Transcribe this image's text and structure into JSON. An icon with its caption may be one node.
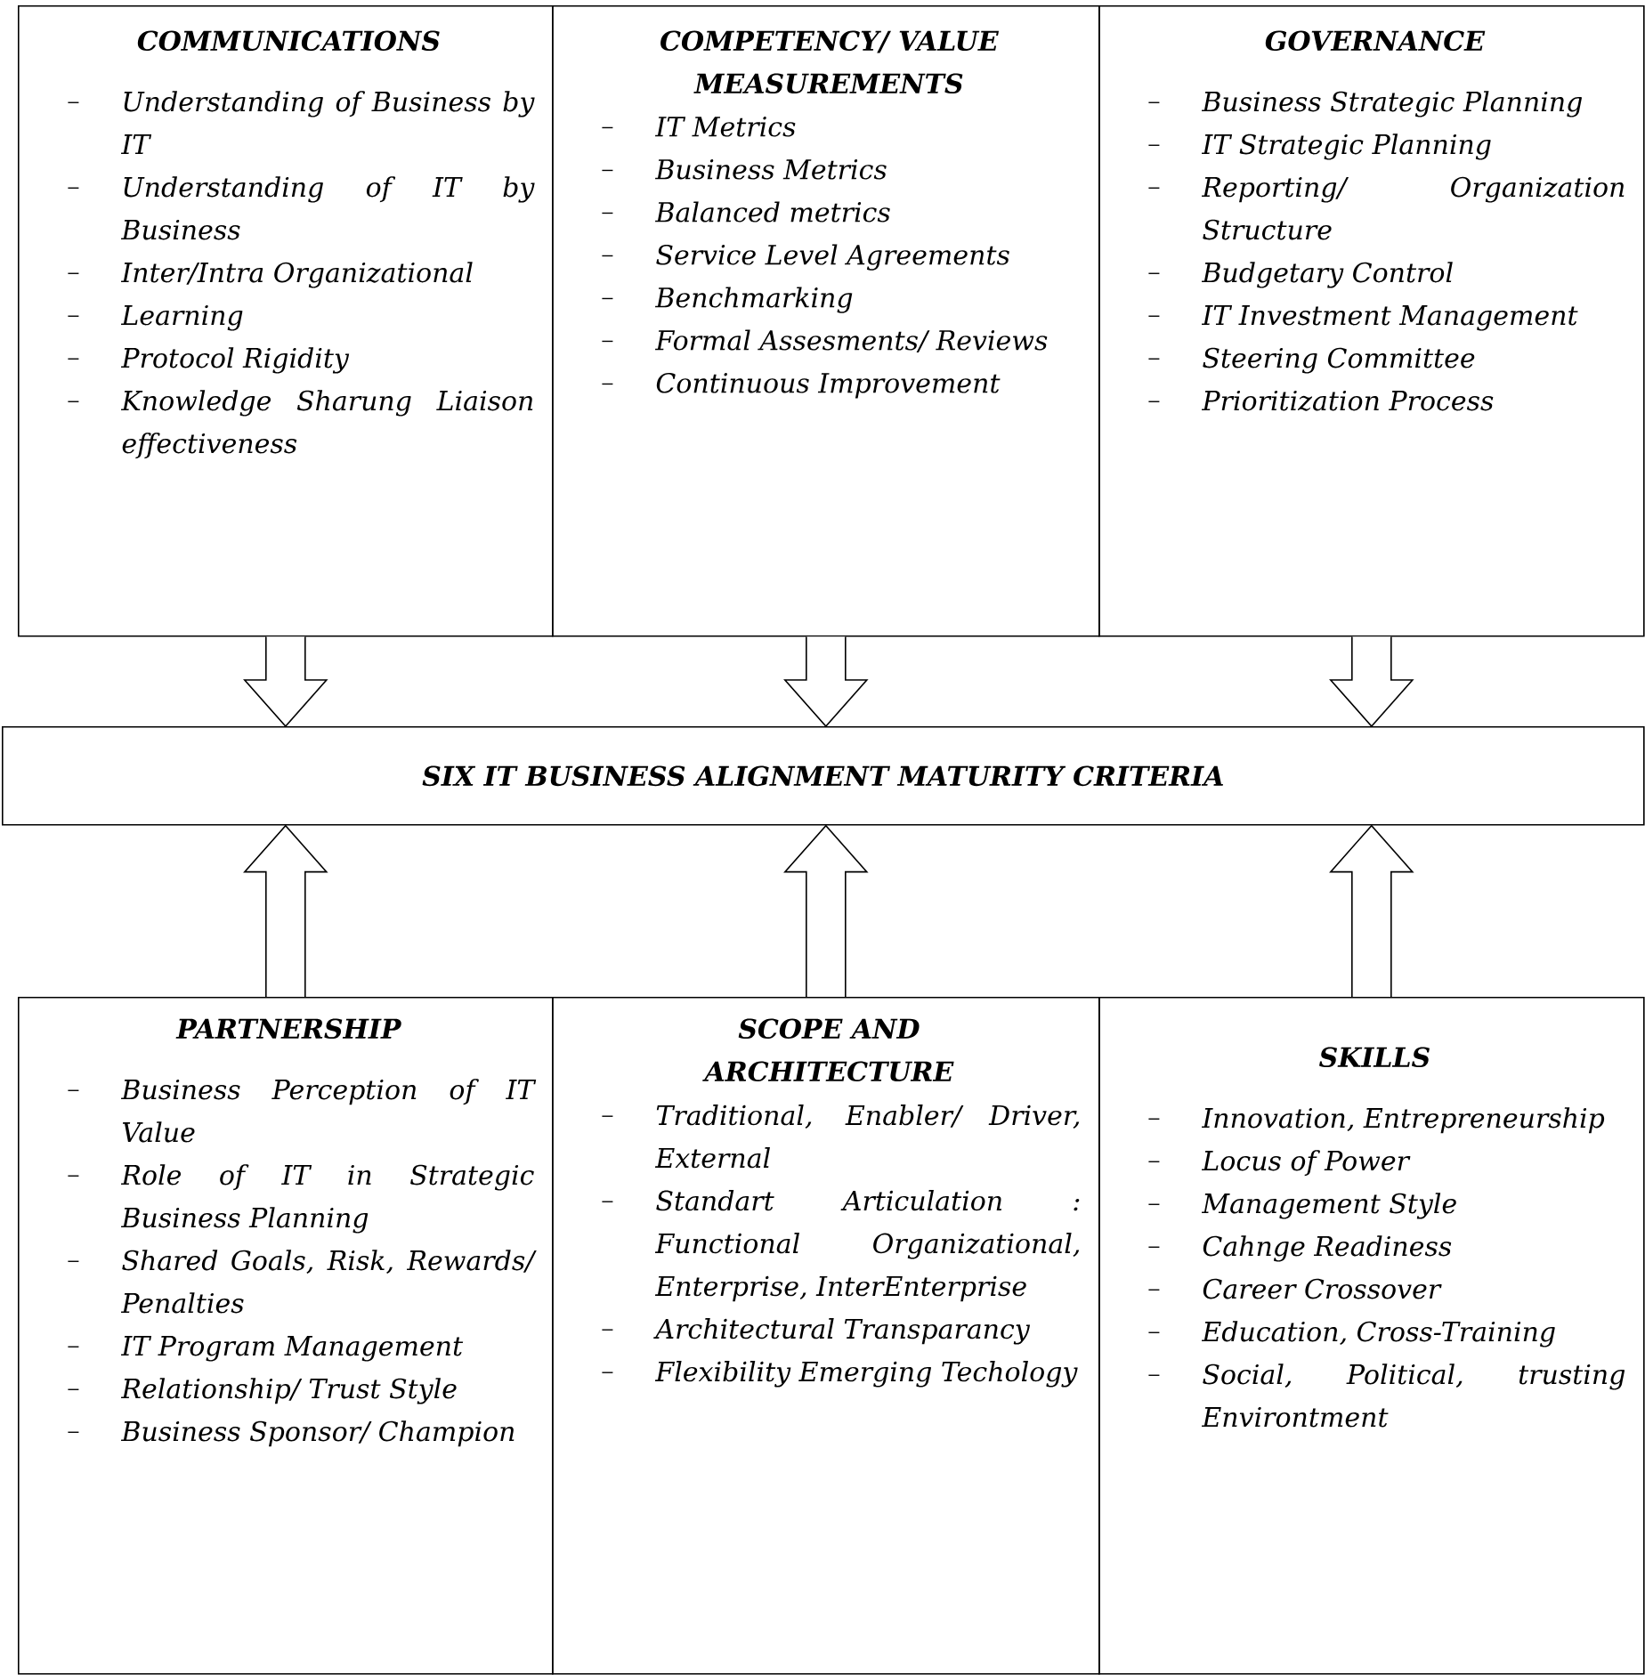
{
  "diagram": {
    "nodes": [
      {
        "text": [
          "COMMUNICATIONS",
          "Understanding of Business by IT",
          "Understanding of IT by Business",
          "Inter/Intra Organizational",
          "Learning",
          "Protocol Rigidity",
          "Knowledge Sharung Liaison effectiveness"
        ]
      },
      {
        "text": [
          "COMPETENCY/ VALUE MEASUREMENTS",
          "IT Metrics",
          "Business Metrics",
          "Balanced metrics",
          "Service Level Agreements",
          "Benchmarking",
          "Formal Assesments/ Reviews",
          "Continuous Improvement"
        ]
      },
      {
        "text": [
          "GOVERNANCE",
          "Business Strategic Planning",
          "IT Strategic Planning",
          "Reporting/ Organization Structure",
          "Budgetary Control",
          "IT Investment Management",
          "Steering Committee",
          "Prioritization Process"
        ]
      },
      {
        "text": [
          "SIX IT BUSINESS ALIGNMENT MATURITY CRITERIA"
        ]
      },
      {
        "text": [
          "PARTNERSHIP",
          "Business Perception of IT Value",
          "Role of IT in Strategic Business Planning",
          "Shared Goals, Risk, Rewards/ Penalties",
          "IT Program Management",
          "Relationship/ Trust Style",
          "Business Sponsor/ Champion"
        ]
      },
      {
        "text": [
          "SCOPE AND ARCHITECTURE",
          "Traditional, Enabler/ Driver, External",
          "Standart Articulation : Functional Organizational, Enterprise, InterEnterprise",
          "Architectural Transparancy",
          "Flexibility Emerging Techology"
        ]
      },
      {
        "text": [
          "SKILLS",
          "Innovation, Entrepreneurship",
          "Locus of Power",
          "Management Style",
          "Cahnge Readiness",
          "Career Crossover",
          "Education, Cross-Training",
          "Social, Political, trusting Environtment"
        ]
      }
    ],
    "edges": [
      {
        "from": 0,
        "to": 3,
        "arrow": "to"
      },
      {
        "from": 1,
        "to": 3,
        "arrow": "to"
      },
      {
        "from": 2,
        "to": 3,
        "arrow": "to"
      },
      {
        "from": 4,
        "to": 3,
        "arrow": "to"
      },
      {
        "from": 5,
        "to": 3,
        "arrow": "to"
      },
      {
        "from": 6,
        "to": 3,
        "arrow": "to"
      }
    ]
  }
}
